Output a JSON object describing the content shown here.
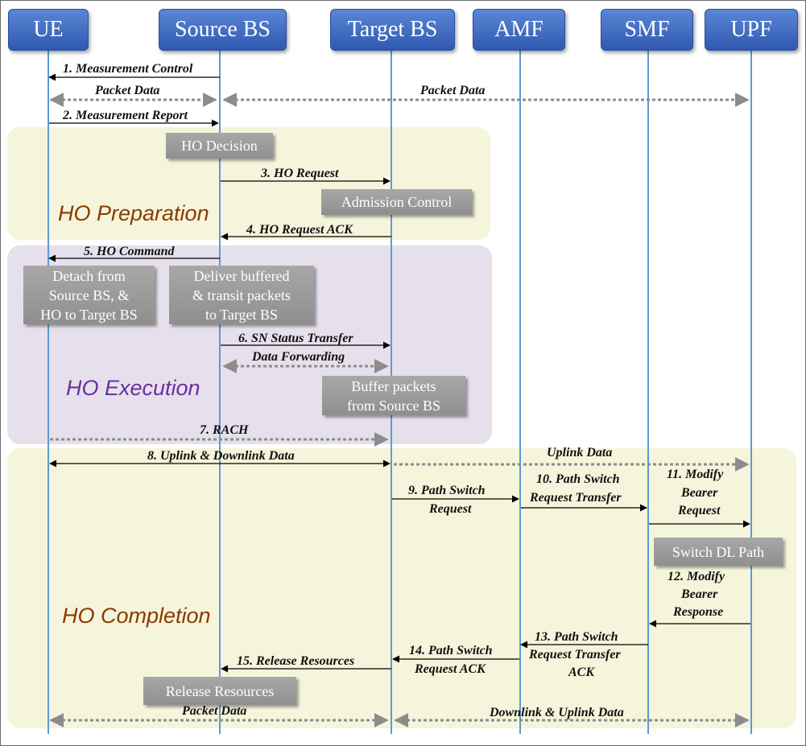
{
  "actors": [
    "UE",
    "Source BS",
    "Target BS",
    "AMF",
    "SMF",
    "UPF"
  ],
  "phases": {
    "preparation": "HO Preparation",
    "execution": "HO Execution",
    "completion": "HO Completion"
  },
  "colors": {
    "actor": "#3a64bf",
    "lifeline": "#5b9bd5",
    "preparation_bg": "#f5f5dc",
    "execution_bg": "#e6e0ec",
    "completion_bg": "#f5f5dc",
    "preparation_text": "#8b3a00",
    "execution_text": "#6a2fa0",
    "completion_text": "#8b3a00",
    "process_box": "#9b9b9b",
    "data_arrow": "#8c8c8c"
  },
  "messages": {
    "m1": "1. Measurement Control",
    "pd1": "Packet Data",
    "pd2": "Packet Data",
    "m2": "2. Measurement Report",
    "m3": "3. HO Request",
    "m4": "4. HO Request ACK",
    "m5": "5. HO Command",
    "m6": "6. SN Status Transfer",
    "df": "Data Forwarding",
    "m7": "7. RACH",
    "m8": "8. Uplink & Downlink Data",
    "ul": "Uplink Data",
    "m9_1": "9. Path Switch",
    "m9_2": "Request",
    "m10_1": "10. Path Switch",
    "m10_2": "Request Transfer",
    "m11_1": "11. Modify",
    "m11_2": "Bearer",
    "m11_3": "Request",
    "m12_1": "12. Modify",
    "m12_2": "Bearer",
    "m12_3": "Response",
    "m13_1": "13. Path Switch",
    "m13_2": "Request Transfer",
    "m13_3": "ACK",
    "m14_1": "14. Path Switch",
    "m14_2": "Request ACK",
    "m15": "15. Release Resources",
    "pd3": "Packet Data",
    "dl": "Downlink & Uplink Data"
  },
  "boxes": {
    "ho_decision": "HO Decision",
    "admission": "Admission Control",
    "detach": [
      "Detach from",
      "Source BS, &",
      "HO to Target BS"
    ],
    "deliver": [
      "Deliver buffered",
      "& transit packets",
      "to Target BS"
    ],
    "buffer": [
      "Buffer packets",
      "from Source BS"
    ],
    "switch_dl": "Switch DL Path",
    "release": "Release Resources"
  }
}
